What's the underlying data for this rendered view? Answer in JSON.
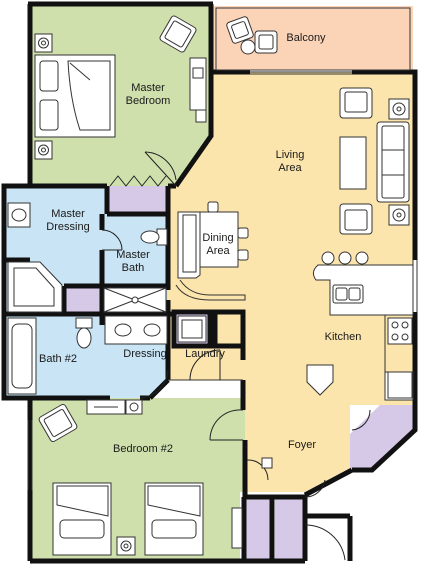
{
  "colors": {
    "green": "#cfe0ad",
    "peach": "#fbd4b8",
    "yellow": "#fce5ad",
    "blue": "#c9e4f4",
    "lavender": "#d6c9e8",
    "wall": "#111111",
    "furniture_fill": "#ffffff",
    "furniture_line": "#333333"
  },
  "rooms": {
    "balcony": [
      "Balcony"
    ],
    "master_bedroom": [
      "Master",
      "Bedroom"
    ],
    "living_area": [
      "Living",
      "Area"
    ],
    "master_dressing": [
      "Master",
      "Dressing"
    ],
    "master_bath": [
      "Master",
      "Bath"
    ],
    "dining_area": [
      "Dining",
      "Area"
    ],
    "kitchen": [
      "Kitchen"
    ],
    "bath_2": [
      "Bath #2"
    ],
    "dressing": [
      "Dressing"
    ],
    "laundry": [
      "Laundry"
    ],
    "bedroom_2": [
      "Bedroom #2"
    ],
    "foyer": [
      "Foyer"
    ]
  }
}
